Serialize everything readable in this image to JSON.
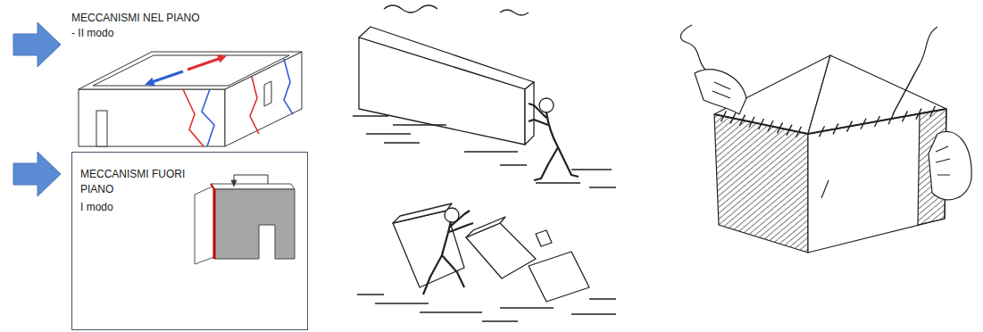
{
  "diagram": {
    "nodes": [
      {
        "text": [
          "MECCANISMI FUORI PIANO",
          "I modo"
        ]
      }
    ],
    "labels": [
      "MECCANISMI NEL PIANO",
      "- II modo"
    ]
  }
}
